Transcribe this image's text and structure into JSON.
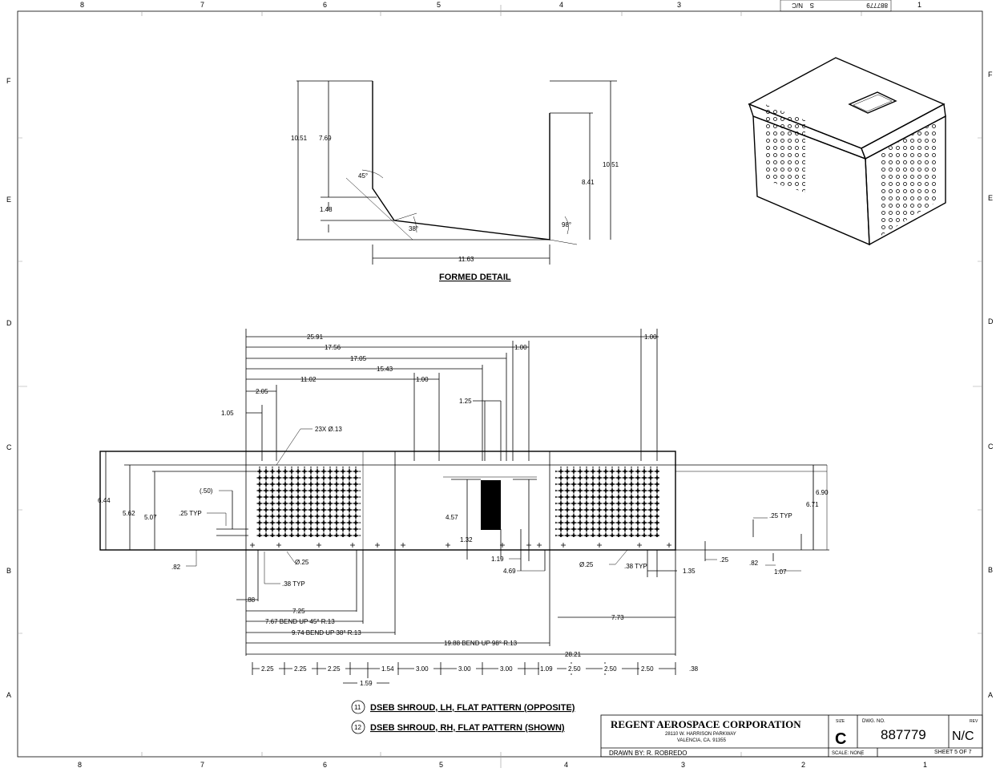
{
  "zones": {
    "top_cols": [
      "8",
      "7",
      "6",
      "5",
      "4",
      "3",
      "2",
      "1"
    ],
    "rows": [
      "F",
      "E",
      "D",
      "C",
      "B",
      "A"
    ]
  },
  "corner_stamp": {
    "dwg": "887779",
    "sheet": "S",
    "rev": "N/C"
  },
  "formed_detail": {
    "title": "FORMED DETAIL",
    "dims": {
      "h_left_total": "10.51",
      "h_left_upper": "7.69",
      "h_left_mid": "1.48",
      "h_right_total": "10.51",
      "h_right_inner": "8.41",
      "width": "11.63",
      "ang_a": "45°",
      "ang_b": "38°",
      "ang_c": "98°"
    }
  },
  "flat_pattern": {
    "top_dims": {
      "d1": "25.91",
      "d2": "17.56",
      "d3": "17.05",
      "d4": "15.43",
      "d5": "11.02",
      "d6": "1.00",
      "d7": "1.00",
      "d8": "1.00",
      "d9": "1.25",
      "d10": "2.05",
      "d11": "1.05",
      "holes": "23X Ø.13"
    },
    "left_dims": {
      "h1": "6.44",
      "h2": "5.62",
      "h3": "5.07",
      "h4": "(.50)",
      "h5": ".25 TYP",
      "h6": ".82"
    },
    "right_dims": {
      "h1": "6.90",
      "h2": "6.71",
      "h3": ".25 TYP",
      "h4": ".82",
      "h5": "1.07",
      "h6": ".25",
      "h7": "1.35",
      "h8": ".38 TYP"
    },
    "mid_dims": {
      "m1": "4.57",
      "m2": "1.32",
      "m3": "1.19",
      "m4": "4.69",
      "m5": "Ø.25",
      "m6": "Ø.25",
      "m7": ".38 TYP",
      "m8": ".88",
      "m9": "7.73"
    },
    "bottom_dims": {
      "b1": "7.25",
      "b2": "7.67 BEND UP 45° R.13",
      "b3": "9.74 BEND UP 38° R.13",
      "b4": "19.88 BEND UP 98° R.13",
      "b5": "28.21"
    },
    "chain": [
      "2.25",
      "2.25",
      "2.25",
      "1.54",
      "3.00",
      "3.00",
      "3.00",
      "1.09",
      "2.50",
      "2.50",
      "2.50",
      ".38"
    ],
    "chain_extra": "1.59"
  },
  "notes": [
    {
      "num": "11",
      "text": "DSEB SHROUD, LH, FLAT PATTERN (OPPOSITE)"
    },
    {
      "num": "12",
      "text": "DSEB SHROUD, RH, FLAT PATTERN (SHOWN)"
    }
  ],
  "title_block": {
    "company": "REGENT AEROSPACE CORPORATION",
    "addr1": "28110 W. HARRISON PARKWAY",
    "addr2": "VALENCIA, CA. 91355",
    "drawn_by": "DRAWN BY:  R. ROBREDO",
    "size_label": "SIZE",
    "size": "C",
    "dwg_label": "DWG.  NO.",
    "dwg_no": "887779",
    "rev_label": "REV",
    "rev": "N/C",
    "scale": "SCALE: NONE",
    "sheet": "SHEET 5 OF 7"
  }
}
